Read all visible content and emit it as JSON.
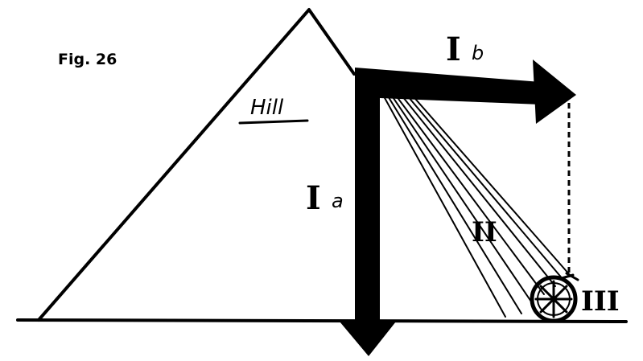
{
  "figure": {
    "label": "Fig. 26"
  },
  "labels": {
    "hill": "Hill",
    "component_1_numeral": "I",
    "component_1a_suffix": "a",
    "component_1b_suffix": "b",
    "component_2": "II",
    "component_3": "III"
  },
  "colors": {
    "ink": "#000000",
    "paper": "#ffffff"
  }
}
